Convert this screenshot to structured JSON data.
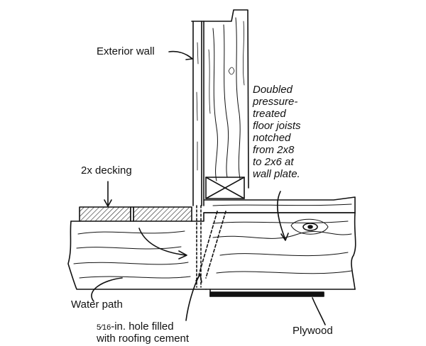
{
  "labels": {
    "exterior_wall": "Exterior wall",
    "joists_lines": [
      "Doubled",
      "pressure-",
      "treated",
      "floor joists",
      "notched",
      "from 2x8",
      "to 2x6 at",
      "wall plate."
    ],
    "decking": "2x decking",
    "water_path": "Water path",
    "hole_fraction": "5⁄16",
    "hole_line1_rest": "-in. hole filled",
    "hole_line2": "with roofing cement",
    "plywood": "Plywood"
  },
  "colors": {
    "ink": "#111111",
    "paper": "#ffffff",
    "hatch": "#222222"
  }
}
